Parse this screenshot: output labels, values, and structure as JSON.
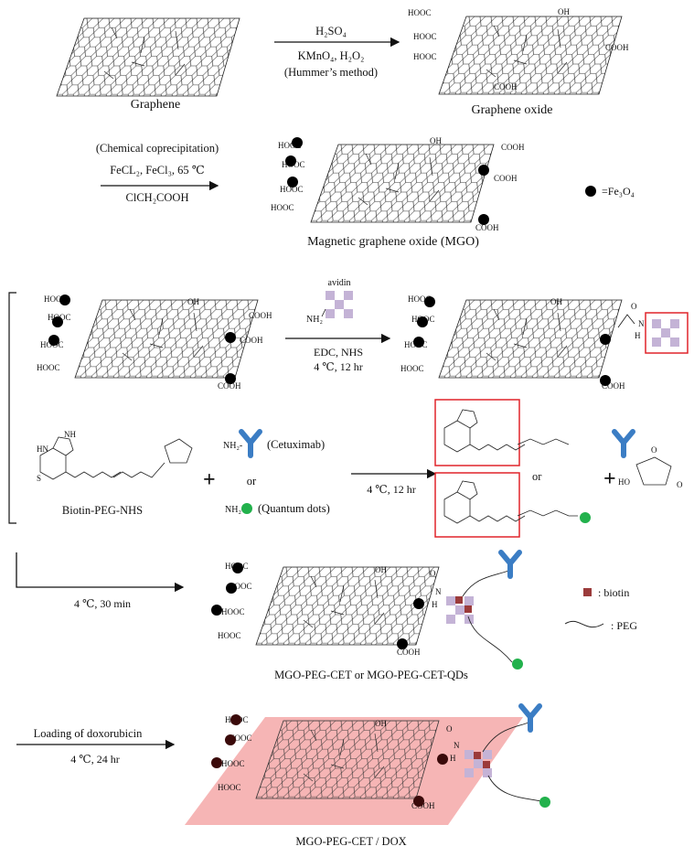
{
  "colors": {
    "fe3o4": "#000000",
    "cetuximab": "#3b7dc4",
    "quantum_dot": "#22b14c",
    "avidin": "#c4b3d6",
    "biotin": "#9b3b3b",
    "box": "#e0242a",
    "dox_plane": "#f4a8a8"
  },
  "step1": {
    "start_label": "Graphene",
    "reagent1": "H₂SO₄",
    "reagent2": "KMnO₄, H₂O₂",
    "reagent3": "(Hummer’s method)",
    "product_label": "Graphene oxide"
  },
  "step2": {
    "method": "(Chemical coprecipitation)",
    "reagent1": "FeCL₂, FeCl₃, 65 ℃",
    "reagent2": "ClCH₂COOH",
    "legend_label": "=Fe₃O₄",
    "product_label": "Magnetic graphene oxide (MGO)"
  },
  "step3": {
    "avidin_label": "avidin",
    "nh2": "NH₂",
    "reagent1": "EDC, NHS",
    "reagent2": "4 ℃, 12 hr"
  },
  "step4": {
    "biotin_label": "Biotin-PEG-NHS",
    "plus": "+",
    "nh2": "NH₂-",
    "cetuximab_label": "(Cetuximab)",
    "or": "or",
    "qd_label": "(Quantum dots)",
    "conditions": "4 ℃, 12 hr"
  },
  "step5": {
    "conditions": "4 ℃, 30 min",
    "legend_biotin": ": biotin",
    "legend_peg": ": PEG",
    "product_label": "MGO-PEG-CET or MGO-PEG-CET-QDs"
  },
  "step6": {
    "reagent": "Loading of doxorubicin",
    "conditions": "4 ℃, 24 hr",
    "product_label": "MGO-PEG-CET / DOX"
  },
  "groups": {
    "cooh": "COOH",
    "hooc": "HOOC",
    "oh": "OH",
    "ho": "HO",
    "o": "O",
    "n": "N",
    "h": "H",
    "ring_o": "O",
    "ring_s": "S",
    "ring_hn": "HN",
    "ring_nh": "NH",
    "ring_ho": "HO"
  }
}
